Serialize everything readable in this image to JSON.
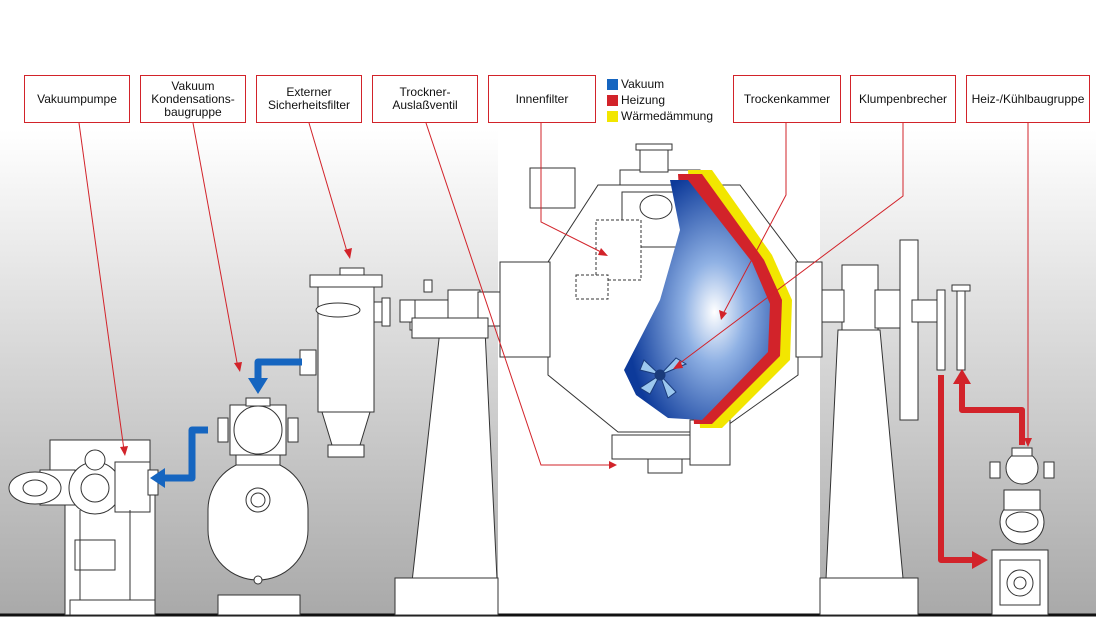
{
  "labels": {
    "vakuumpumpe": "Vakuumpumpe",
    "kondensation": "Vakuum\nKondensations-\nbaugruppe",
    "sicherheitsfilter": "Externer\nSicherheitsfilter",
    "auslassventil": "Trockner-\nAuslaßventil",
    "innenfilter": "Innenfilter",
    "trockenkammer": "Trockenkammer",
    "klumpenbrecher": "Klumpenbrecher",
    "heizkuehl": "Heiz-/Kühlbaugruppe"
  },
  "legend": {
    "items": [
      {
        "label": "Vakuum",
        "color": "#1565c0"
      },
      {
        "label": "Heizung",
        "color": "#d2232a"
      },
      {
        "label": "Wärmedämmung",
        "color": "#f2e600"
      }
    ]
  },
  "colors": {
    "leader": "#d2232a",
    "vacuum_pipe": "#1565c0",
    "heating_pipe": "#d2232a",
    "insulation": "#f2e600",
    "outline": "#333333"
  }
}
